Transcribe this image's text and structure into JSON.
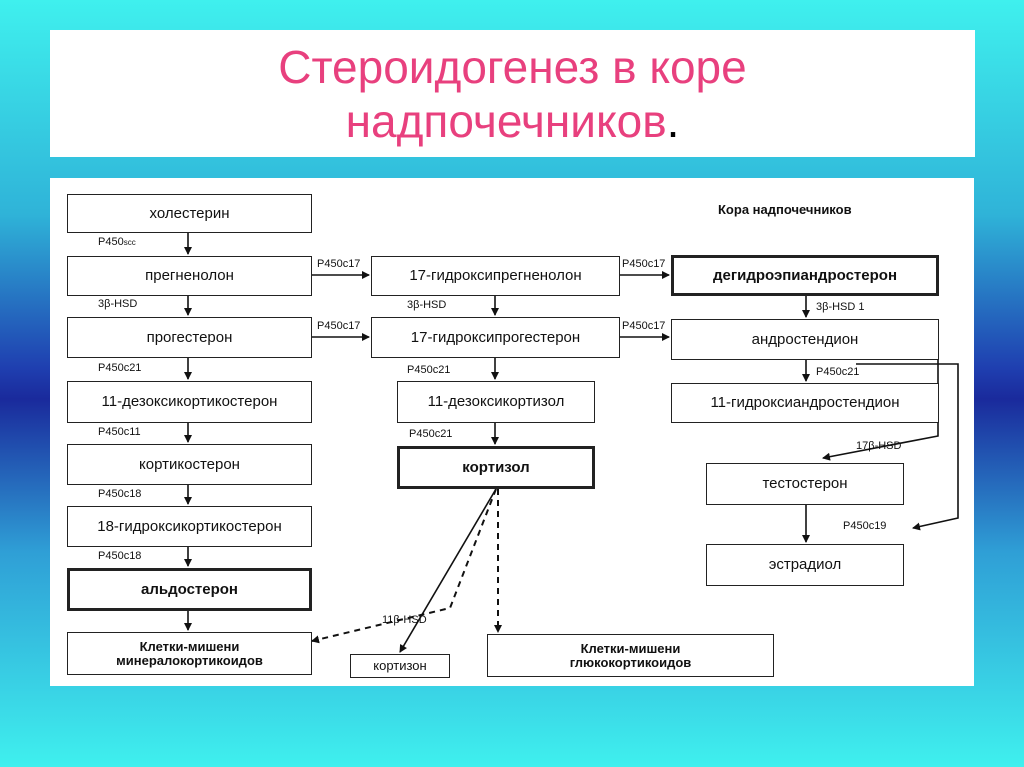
{
  "title": {
    "line1": "Стероидогенез в коре",
    "line2": "надпочечников",
    "period": "."
  },
  "diagram": {
    "header": "Кора надпочечников",
    "boxes": {
      "cholesterol": "холестерин",
      "pregnenolone": "прегненолон",
      "progesterone": "прогестерон",
      "deoxycorticosterone": "11-дезоксикортикостерон",
      "corticosterone": "кортикостерон",
      "hydroxycorticosterone": "18-гидроксикортикостерон",
      "aldosterone": "альдостерон",
      "mineral_targets_1": "Клетки-мишени",
      "mineral_targets_2": "минералокортикоидов",
      "hydroxypregnenolone": "17-гидроксипрегненолон",
      "hydroxyprogesterone": "17-гидроксипрогестерон",
      "deoxycortisol": "11-дезоксикортизол",
      "cortisol": "кортизол",
      "cortisone": "кортизон",
      "gluco_targets_1": "Клетки-мишени",
      "gluco_targets_2": "глюкокортикоидов",
      "dhea": "дегидроэпиандростерон",
      "androstenedione": "андростендион",
      "hydroxyandrostenedione": "11-гидроксиандростендион",
      "testosterone": "тестостерон",
      "estradiol": "эстрадиол"
    },
    "enzymes": {
      "p450scc_main": "P450",
      "p450scc_sub": "scc",
      "hsd3b_a": "3β-HSD",
      "p450c21_a": "P450c21",
      "p450c11": "P450c11",
      "p450c18_a": "P450c18",
      "p450c18_b": "P450c18",
      "p450c17_a": "P450c17",
      "p450c17_b": "P450c17",
      "hsd3b_b": "3β-HSD",
      "p450c21_b": "P450c21",
      "p450c21_c": "P450c21",
      "p450c17_c": "P450c17",
      "p450c17_d": "P450c17",
      "hsd3b1": "3β-HSD 1",
      "p450c21_d": "P450c21",
      "hsd17b": "17β-HSD",
      "p450c19": "P450c19",
      "hsd11b": "11β-HSD"
    }
  }
}
